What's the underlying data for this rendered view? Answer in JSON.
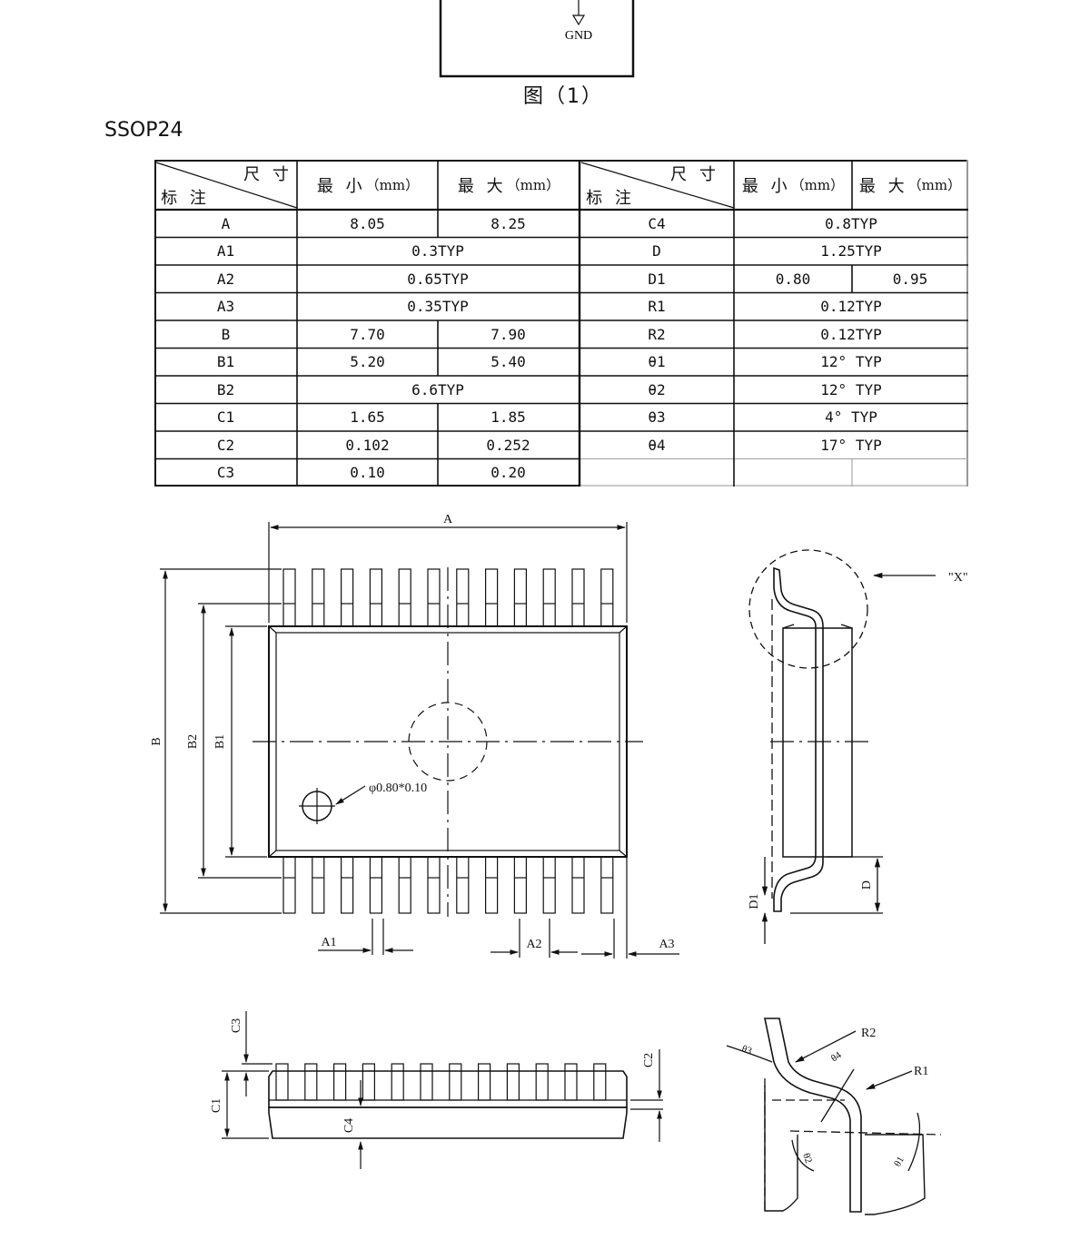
{
  "schematic": {
    "gnd_label": "GND",
    "figure_caption": "图（1）"
  },
  "package": {
    "title": "SSOP24"
  },
  "table": {
    "header_left": {
      "corner_top": "尺 寸",
      "corner_bottom": "标 注",
      "min": "最  小",
      "max": "最  大",
      "unit": "（mm）"
    },
    "rows_left": [
      {
        "label": "A",
        "min": "8.05",
        "max": "8.25"
      },
      {
        "label": "A1",
        "typ": "0.3TYP"
      },
      {
        "label": "A2",
        "typ": "0.65TYP"
      },
      {
        "label": "A3",
        "typ": "0.35TYP"
      },
      {
        "label": "B",
        "min": "7.70",
        "max": "7.90"
      },
      {
        "label": "B1",
        "min": "5.20",
        "max": "5.40"
      },
      {
        "label": "B2",
        "typ": "6.6TYP"
      },
      {
        "label": "C1",
        "min": "1.65",
        "max": "1.85"
      },
      {
        "label": "C2",
        "min": "0.102",
        "max": "0.252"
      },
      {
        "label": "C3",
        "min": "0.10",
        "max": "0.20"
      }
    ],
    "rows_right": [
      {
        "label": "C4",
        "typ": "0.8TYP"
      },
      {
        "label": "D",
        "typ": "1.25TYP"
      },
      {
        "label": "D1",
        "min": "0.80",
        "max": "0.95"
      },
      {
        "label": "R1",
        "typ": "0.12TYP"
      },
      {
        "label": "R2",
        "typ": "0.12TYP"
      },
      {
        "label": "θ1",
        "typ": "12° TYP"
      },
      {
        "label": "θ2",
        "typ": "12° TYP"
      },
      {
        "label": "θ3",
        "typ": "4° TYP"
      },
      {
        "label": "θ4",
        "typ": "17° TYP"
      }
    ]
  },
  "drawings": {
    "top_view": {
      "label_a": "A",
      "label_b": "B",
      "label_b1": "B1",
      "label_b2": "B2",
      "label_a1": "A1",
      "label_a2": "A2",
      "label_a3": "A3",
      "hole_note": "φ0.80*0.10"
    },
    "side_view": {
      "label_x": "\"X\"",
      "label_d": "D",
      "label_d1": "D1"
    },
    "front_view": {
      "label_c1": "C1",
      "label_c2": "C2",
      "label_c3": "C3",
      "label_c4": "C4"
    },
    "detail_view": {
      "label_r1": "R1",
      "label_r2": "R2",
      "label_t1": "θ1",
      "label_t2": "θ2",
      "label_t3": "θ3",
      "label_t4": "θ4"
    }
  }
}
